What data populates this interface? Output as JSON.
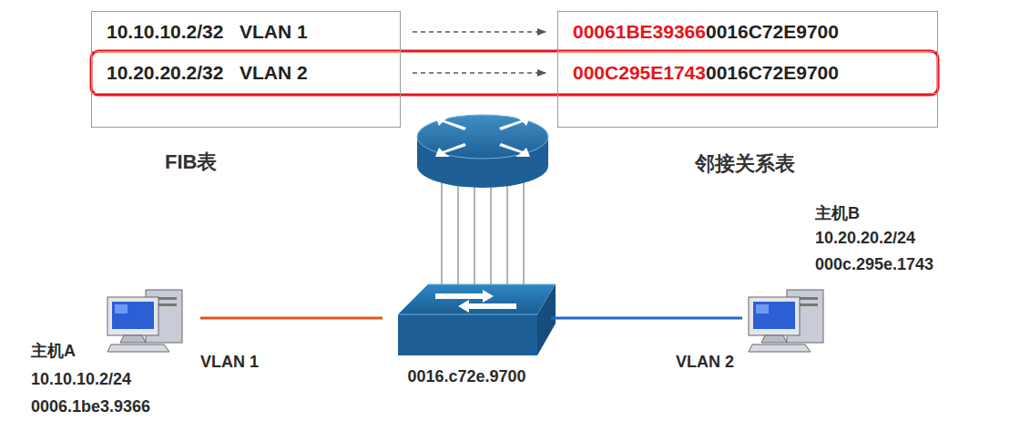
{
  "diagram": {
    "nodes": [
      {
        "text": [
          "FIB表"
        ]
      },
      {
        "text": [
          "10.10.10.2/32   VLAN 1"
        ],
        "in": 0
      },
      {
        "text": [
          "10.20.20.2/32   VLAN 2"
        ],
        "in": 0
      },
      {
        "text": [
          "邻接关系表"
        ]
      },
      {
        "text": [
          "00061BE39366",
          "0016C72E9700"
        ],
        "in": 3
      },
      {
        "text": [
          "000C295E1743",
          "0016C72E9700"
        ],
        "in": 3
      },
      {
        "text": [
          "主机A",
          "10.10.10.2/24",
          "0006.1be3.9366"
        ]
      },
      {
        "text": [
          "0016.c72e.9700"
        ]
      },
      {
        "text": [
          "主机B",
          "10.20.20.2/24",
          "000c.295e.1743"
        ]
      }
    ],
    "edges": [
      {
        "from": 1,
        "to": 4,
        "arrow": "to"
      },
      {
        "from": 2,
        "to": 5,
        "arrow": "to"
      },
      {
        "from": 6,
        "to": 7,
        "label": "VLAN 1",
        "arrow": "none"
      },
      {
        "from": 7,
        "to": 8,
        "label": "VLAN 2",
        "arrow": "none"
      }
    ]
  }
}
